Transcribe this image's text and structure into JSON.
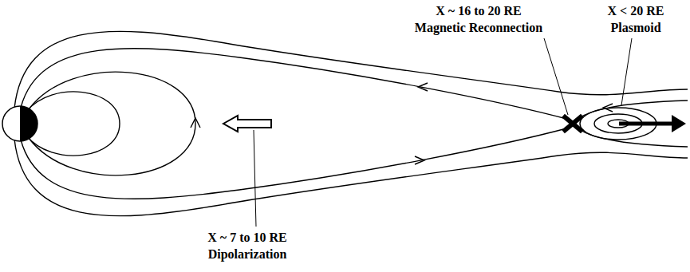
{
  "diagram": {
    "labels": [
      "X ~ 16 to 20 RE",
      "Magnetic Reconnection",
      "X < 20 RE",
      "Plasmoid",
      "X ~ 7 to 10 RE",
      "Dipolarization"
    ]
  }
}
